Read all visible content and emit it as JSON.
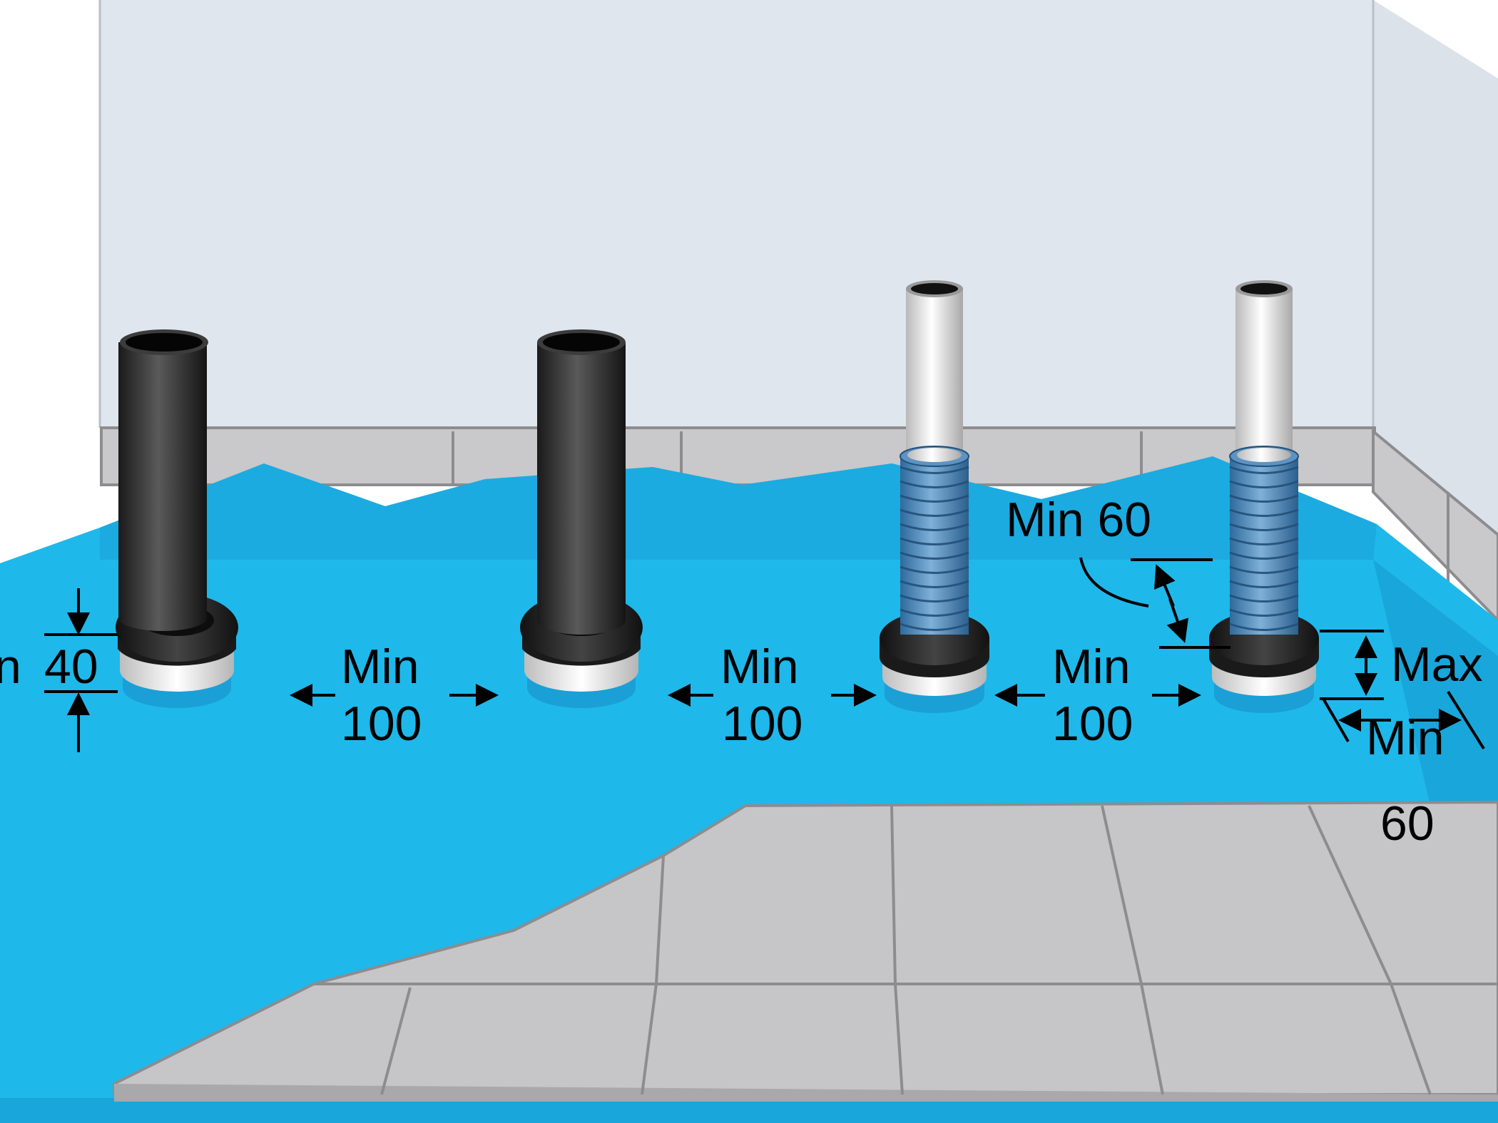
{
  "labels": {
    "left_height_prefix": "n",
    "left_height_value": "40",
    "spacing_1_line1": "Min",
    "spacing_1_line2": "100",
    "spacing_2_line1": "Min",
    "spacing_2_line2": "100",
    "spacing_3_line1": "Min",
    "spacing_3_line2": "100",
    "sleeve_overlap": "Min 60",
    "right_height": "Max",
    "edge_distance_line1": "Min",
    "edge_distance_line2": "60"
  },
  "colors": {
    "wall": "#dfe6ee",
    "membrane": "#1fb8ea",
    "membrane_dark": "#1393c9",
    "tile": "#c6c5c7",
    "grout": "#8d8c8e",
    "pipe_black": "#2a2a2a",
    "pipe_white": "#e9e9e9",
    "sleeve_blue": "#4c86b8"
  }
}
